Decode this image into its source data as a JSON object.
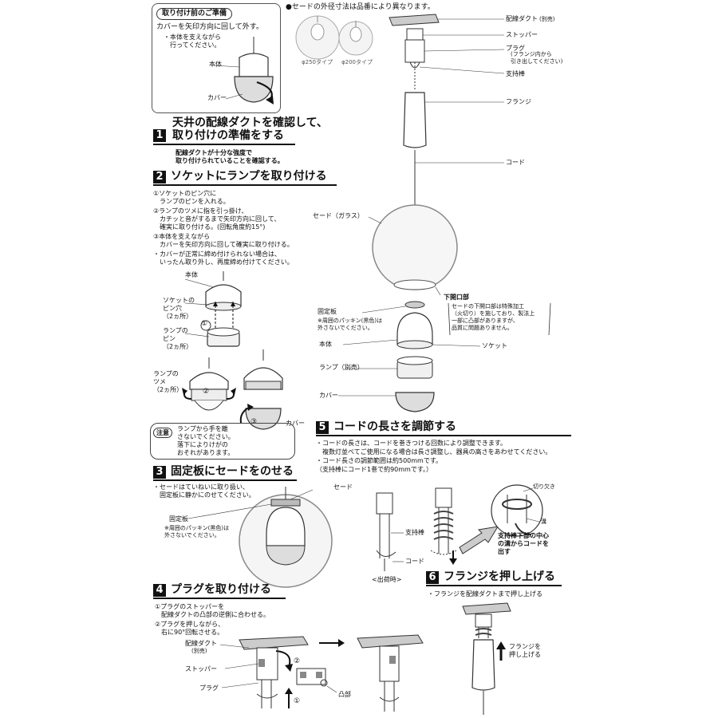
{
  "prep": {
    "tag": "取り付け前のご準備",
    "line1": "カバーを矢印方向に回して外す。",
    "line2": "・本体を支えながら\n　行ってください。",
    "label_body": "本体",
    "label_cover": "カバー"
  },
  "shade_note": {
    "text": "●セードの外径寸法は品番により異なります。",
    "size_250": "φ250タイプ",
    "size_200": "φ200タイプ"
  },
  "parts": {
    "duct": "配線ダクト",
    "duct_sub": "(別売)",
    "stopper": "ストッパー",
    "plug": "プラグ",
    "plug_sub": "(フランジ内から\n引き出してください)",
    "rod": "支持棒",
    "flange": "フランジ",
    "cord": "コード",
    "shade": "セード（ガラス）",
    "lower_opening": "下開口部",
    "lower_note": "セードの下開口部は特殊加工\n（火切り）を施しており、製法上\n一部に凸部がありますが、\n品質に問題ありません。",
    "plate": "固定板",
    "plate_note": "※周囲のパッキン(黒色)は\n外さないでください。",
    "body": "本体",
    "socket": "ソケット",
    "lamp": "ランプ（別売）",
    "cover": "カバー"
  },
  "step1": {
    "num": "1",
    "title_line1": "天井の配線ダクトを確認して、",
    "title_line2": "取り付けの準備をする",
    "desc": "配線ダクトが十分な強度で\n取り付けられていることを確認する。"
  },
  "step2": {
    "num": "2",
    "title": "ソケットにランプを取り付ける",
    "instr1": "①ソケットのピン穴に\n　ランプのピンを入れる。",
    "instr2": "②ランプのツメに指を引っ掛け、\n　カチッと音がするまで矢印方向に回して、\n　確実に取り付ける。(回転角度約15°)",
    "instr3": "③本体を支えながら\n　カバーを矢印方向に回して確実に取り付ける。",
    "instr4": "・カバーが正常に締め付けられない場合は、\n　いったん取り外し、再度締め付けてください。",
    "label_body": "本体",
    "label_pinhole": "ソケットの\nピン穴\n（2ヵ所）",
    "label_pin": "ランプの\nピン\n（2ヵ所）",
    "label_claw": "ランプの\nツメ\n（2ヵ所）",
    "label_cover": "カバー",
    "mark1": "①",
    "mark2": "②",
    "mark3": "③",
    "caution_tag": "注意",
    "caution_text": "ランプから手を離\nさないでください。\n落下によりけがの\nおそれがあります。"
  },
  "step3": {
    "num": "3",
    "title": "固定板にセードをのせる",
    "desc": "・セードはていねいに取り扱い、\n　固定板に静かにのせてください。",
    "label_shade": "セード",
    "label_plate": "固定板",
    "label_note": "※周囲のパッキン(黒色)は\n外さないでください。"
  },
  "step4": {
    "num": "4",
    "title": "プラグを取り付ける",
    "instr1": "①プラグのストッパーを\n　配線ダクトの凸部の逆側に合わせる。",
    "instr2": "②プラグを押しながら、\n　右に90°回転させる。",
    "label_duct": "配線ダクト",
    "label_duct_sub": "(別売)",
    "label_stopper": "ストッパー",
    "label_plug": "プラグ",
    "label_convex": "凸部",
    "mark1": "①",
    "mark2": "②"
  },
  "step5": {
    "num": "5",
    "title": "コードの長さを調節する",
    "desc1": "・コードの長さは、コードを巻きつける回数により調整できます。",
    "desc2": "　複数灯並べてご使用になる場合は長さ調整し、器具の高さをあわせてください。",
    "desc3": "・コード長さの調節範囲は約500mmです。",
    "desc4": "（支持棒にコード1巻で約90mmです。）",
    "label_rod": "支持棒",
    "label_cord": "コード",
    "label_shipping": "<出荷時>",
    "label_notch": "切り欠き",
    "label_groove": "溝",
    "callout": "支持棒下部の中心\nの溝からコードを\n出す"
  },
  "step6": {
    "num": "6",
    "title": "フランジを押し上げる",
    "desc": "・フランジを配線ダクトまで押し上げる",
    "label_push": "フランジを\n押し上げる"
  }
}
